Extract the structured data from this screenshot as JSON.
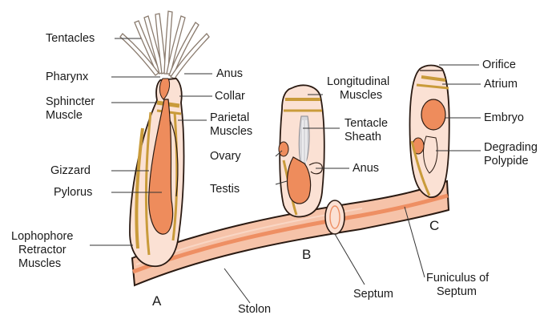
{
  "labels": {
    "tentacles": "Tentacles",
    "pharynx": "Pharynx",
    "sphincter_muscle_1": "Sphincter",
    "sphincter_muscle_2": "Muscle",
    "gizzard": "Gizzard",
    "pylorus": "Pylorus",
    "lophophore_1": "Lophophore",
    "lophophore_2": "Retractor",
    "lophophore_3": "Muscles",
    "anus_a": "Anus",
    "collar": "Collar",
    "parietal_1": "Parietal",
    "parietal_2": "Muscles",
    "ovary": "Ovary",
    "testis": "Testis",
    "longitudinal_1": "Longitudinal",
    "longitudinal_2": "Muscles",
    "tentacle_sheath_1": "Tentacle",
    "tentacle_sheath_2": "Sheath",
    "anus_b": "Anus",
    "orifice": "Orifice",
    "atrium": "Atrium",
    "embryo": "Embryo",
    "degrading_1": "Degrading",
    "degrading_2": "Polypide",
    "septum": "Septum",
    "funiculus_1": "Funiculus of",
    "funiculus_2": "Septum",
    "stolon": "Stolon"
  },
  "zooid_letters": {
    "a": "A",
    "b": "B",
    "c": "C"
  },
  "colors": {
    "stolon_fill": "#f6c3a9",
    "stolon_core": "#ee8f63",
    "zooid_body": "#fbe1d4",
    "organ_orange": "#ee8c5c",
    "muscle_ochre": "#c99b3a",
    "outline": "#2a1a12",
    "leader": "#333333"
  }
}
